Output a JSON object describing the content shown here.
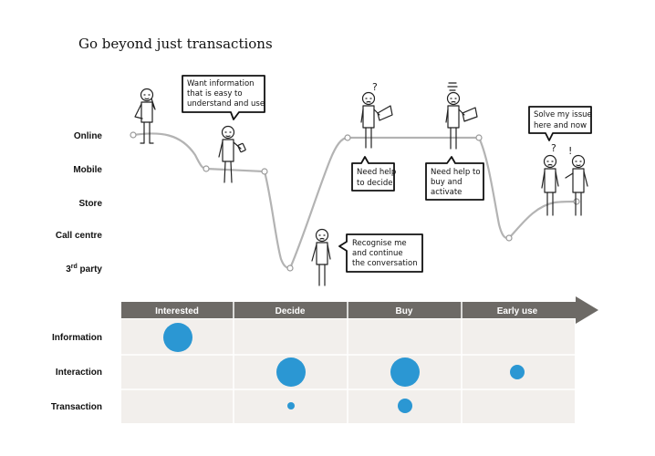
{
  "title": "Go beyond just transactions",
  "channels": [
    {
      "label": "Online"
    },
    {
      "label": "Mobile"
    },
    {
      "label": "Store"
    },
    {
      "label": "Call centre"
    },
    {
      "label": "3",
      "sup": "rd",
      "suffix": " party"
    }
  ],
  "callouts": [
    {
      "id": "want-information",
      "lines": [
        "Want information",
        "that is easy to",
        "understand and use"
      ]
    },
    {
      "id": "need-help-decide",
      "lines": [
        "Need help",
        "to decide"
      ]
    },
    {
      "id": "need-help-buy",
      "lines": [
        "Need help to",
        "buy and",
        "activate"
      ]
    },
    {
      "id": "recognise-me",
      "lines": [
        "Recognise me",
        "and continue",
        "the conversation"
      ]
    },
    {
      "id": "solve-issue",
      "lines": [
        "Solve my issue",
        "here and now"
      ]
    }
  ],
  "stages": [
    "Interested",
    "Decide",
    "Buy",
    "Early use"
  ],
  "rows": [
    "Information",
    "Interaction",
    "Transaction"
  ],
  "bubbles": [
    [
      3,
      0,
      0,
      0
    ],
    [
      0,
      3,
      3,
      2
    ],
    [
      0,
      1,
      2,
      0
    ]
  ],
  "colors": {
    "arrow": "#6d6a66",
    "matrix": "#f2efec",
    "bubble": "#2b97d3",
    "journey": "#b3b3b3"
  }
}
